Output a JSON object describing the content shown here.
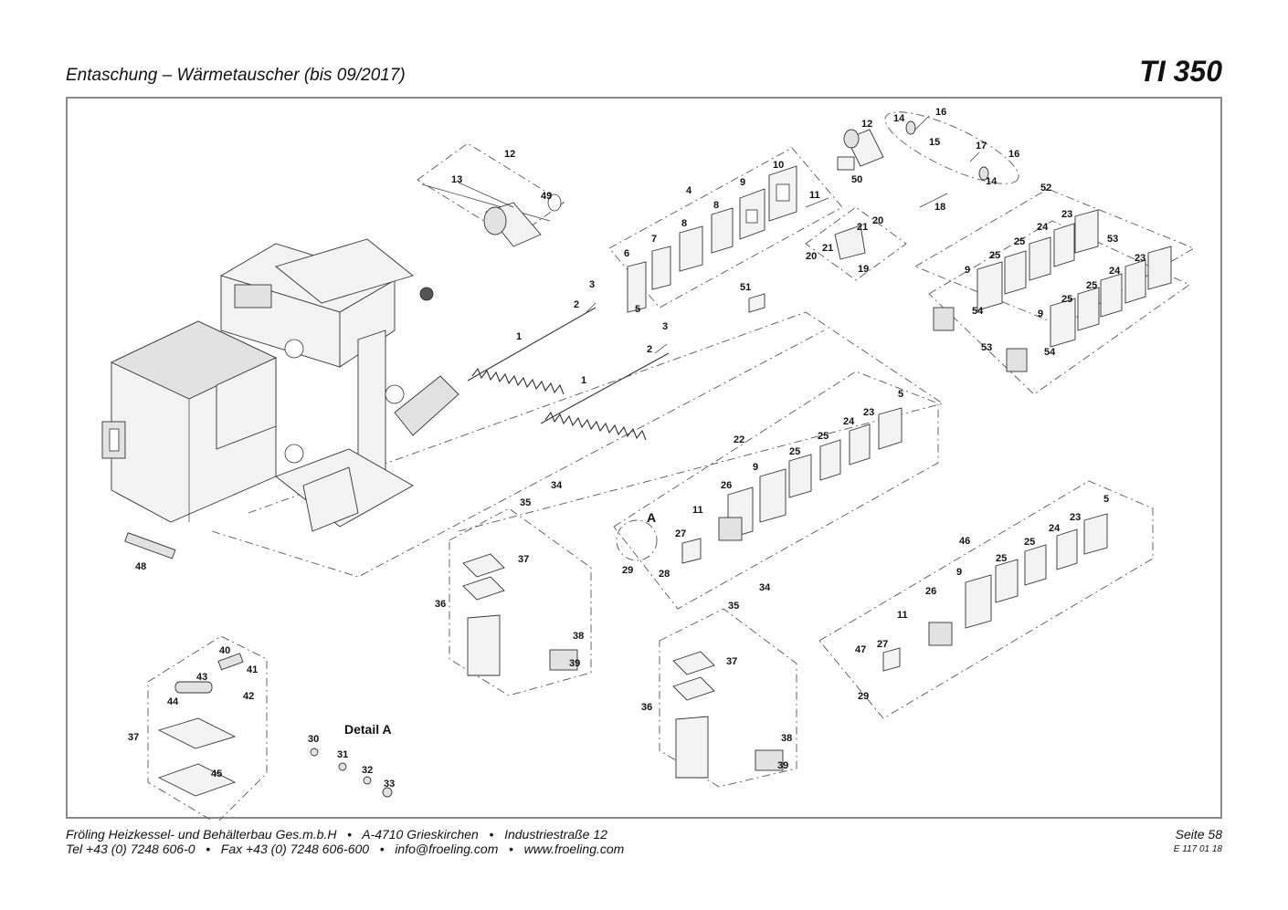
{
  "header": {
    "title": "Entaschung – Wärmetauscher (bis 09/2017)",
    "model": "TI 350"
  },
  "diagram": {
    "detail_label": "Detail A",
    "detail_marker": "A"
  },
  "footer": {
    "company": "Fröling Heizkessel- und Behälterbau Ges.m.b.H",
    "address_city": "A-4710 Grieskirchen",
    "address_street": "Industriestraße 12",
    "phone": "Tel +43 (0) 7248 606-0",
    "fax": "Fax +43 (0) 7248 606-600",
    "email": "info@froeling.com",
    "web": "www.froeling.com",
    "bullet": "•",
    "page": "Seite 58",
    "doc_no": "E 117 01 18"
  },
  "callouts": [
    {
      "id": "c12a",
      "label": "12"
    },
    {
      "id": "c13",
      "label": "13"
    },
    {
      "id": "c49",
      "label": "49"
    },
    {
      "id": "c4",
      "label": "4"
    },
    {
      "id": "c10",
      "label": "10"
    },
    {
      "id": "c9a",
      "label": "9"
    },
    {
      "id": "c11a",
      "label": "11"
    },
    {
      "id": "c8a",
      "label": "8"
    },
    {
      "id": "c8b",
      "label": "8"
    },
    {
      "id": "c7",
      "label": "7"
    },
    {
      "id": "c6",
      "label": "6"
    },
    {
      "id": "c5a",
      "label": "5"
    },
    {
      "id": "c12b",
      "label": "12"
    },
    {
      "id": "c14a",
      "label": "14"
    },
    {
      "id": "c16a",
      "label": "16"
    },
    {
      "id": "c15",
      "label": "15"
    },
    {
      "id": "c17",
      "label": "17"
    },
    {
      "id": "c16b",
      "label": "16"
    },
    {
      "id": "c14b",
      "label": "14"
    },
    {
      "id": "c50",
      "label": "50"
    },
    {
      "id": "c18",
      "label": "18"
    },
    {
      "id": "c20a",
      "label": "20"
    },
    {
      "id": "c21a",
      "label": "21"
    },
    {
      "id": "c21b",
      "label": "21"
    },
    {
      "id": "c20b",
      "label": "20"
    },
    {
      "id": "c19",
      "label": "19"
    },
    {
      "id": "c51",
      "label": "51"
    },
    {
      "id": "c3a",
      "label": "3"
    },
    {
      "id": "c2a",
      "label": "2"
    },
    {
      "id": "c1a",
      "label": "1"
    },
    {
      "id": "c3b",
      "label": "3"
    },
    {
      "id": "c2b",
      "label": "2"
    },
    {
      "id": "c1b",
      "label": "1"
    },
    {
      "id": "c52",
      "label": "52"
    },
    {
      "id": "c23a",
      "label": "23"
    },
    {
      "id": "c24a",
      "label": "24"
    },
    {
      "id": "c25a",
      "label": "25"
    },
    {
      "id": "c25b",
      "label": "25"
    },
    {
      "id": "c53a",
      "label": "53"
    },
    {
      "id": "c9b",
      "label": "9"
    },
    {
      "id": "c54a",
      "label": "54"
    },
    {
      "id": "c23b",
      "label": "23"
    },
    {
      "id": "c24b",
      "label": "24"
    },
    {
      "id": "c25c",
      "label": "25"
    },
    {
      "id": "c25d",
      "label": "25"
    },
    {
      "id": "c9c",
      "label": "9"
    },
    {
      "id": "c54b",
      "label": "54"
    },
    {
      "id": "c53b",
      "label": "53"
    },
    {
      "id": "c5b",
      "label": "5"
    },
    {
      "id": "c23c",
      "label": "23"
    },
    {
      "id": "c24c",
      "label": "24"
    },
    {
      "id": "c25e",
      "label": "25"
    },
    {
      "id": "c25f",
      "label": "25"
    },
    {
      "id": "c22",
      "label": "22"
    },
    {
      "id": "c9d",
      "label": "9"
    },
    {
      "id": "c26a",
      "label": "26"
    },
    {
      "id": "c11b",
      "label": "11"
    },
    {
      "id": "c27a",
      "label": "27"
    },
    {
      "id": "c28",
      "label": "28"
    },
    {
      "id": "c29a",
      "label": "29"
    },
    {
      "id": "c34a",
      "label": "34"
    },
    {
      "id": "c35a",
      "label": "35"
    },
    {
      "id": "c37a",
      "label": "37"
    },
    {
      "id": "c36a",
      "label": "36"
    },
    {
      "id": "c38a",
      "label": "38"
    },
    {
      "id": "c39a",
      "label": "39"
    },
    {
      "id": "c48",
      "label": "48"
    },
    {
      "id": "c5c",
      "label": "5"
    },
    {
      "id": "c23d",
      "label": "23"
    },
    {
      "id": "c24d",
      "label": "24"
    },
    {
      "id": "c25g",
      "label": "25"
    },
    {
      "id": "c25h",
      "label": "25"
    },
    {
      "id": "c46",
      "label": "46"
    },
    {
      "id": "c9e",
      "label": "9"
    },
    {
      "id": "c26b",
      "label": "26"
    },
    {
      "id": "c11c",
      "label": "11"
    },
    {
      "id": "c27b",
      "label": "27"
    },
    {
      "id": "c47",
      "label": "47"
    },
    {
      "id": "c29b",
      "label": "29"
    },
    {
      "id": "c34b",
      "label": "34"
    },
    {
      "id": "c35b",
      "label": "35"
    },
    {
      "id": "c37b",
      "label": "37"
    },
    {
      "id": "c36b",
      "label": "36"
    },
    {
      "id": "c38b",
      "label": "38"
    },
    {
      "id": "c39b",
      "label": "39"
    },
    {
      "id": "c40",
      "label": "40"
    },
    {
      "id": "c43",
      "label": "43"
    },
    {
      "id": "c41",
      "label": "41"
    },
    {
      "id": "c42",
      "label": "42"
    },
    {
      "id": "c44",
      "label": "44"
    },
    {
      "id": "c37c",
      "label": "37"
    },
    {
      "id": "c45",
      "label": "45"
    },
    {
      "id": "c30",
      "label": "30"
    },
    {
      "id": "c31",
      "label": "31"
    },
    {
      "id": "c32",
      "label": "32"
    },
    {
      "id": "c33",
      "label": "33"
    }
  ]
}
